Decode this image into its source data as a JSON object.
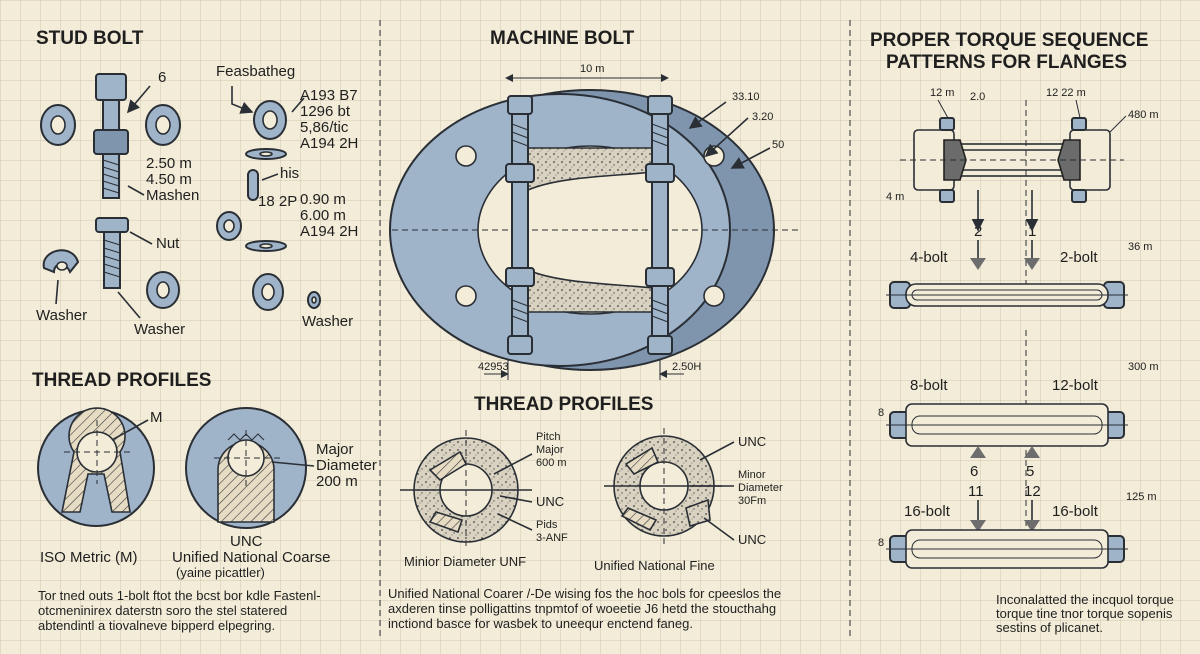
{
  "stud_bolt": {
    "title": "STUD BOLT",
    "labels": {
      "num": "6",
      "feature": "Feasbatheg",
      "spec1": "A193 B7",
      "spec2": "1296 bt",
      "spec3": "5,86/tic",
      "spec4": "A194 2H",
      "dim1": "2.50 m",
      "dim2": "4.50 m",
      "mashen": "Mashen",
      "his": "his",
      "dim3": "18 2P",
      "dim4": "0.90 m",
      "dim5": "6.00 m",
      "spec5": "A194 2H",
      "nut": "Nut",
      "washer_left": "Washer",
      "washer_mid": "Washer",
      "washer_right": "Washer"
    }
  },
  "machine_bolt": {
    "title": "MACHINE BOLT",
    "dims": {
      "top": "10 m",
      "r1": "33.10",
      "r2": "3.20",
      "r3": "50",
      "bottom_left": "42953",
      "bottom_right": "2.50H"
    }
  },
  "thread_left": {
    "title": "THREAD PROFILES",
    "m_label": "M",
    "major1": "Major",
    "major2": "Diameter",
    "major3": "200 m",
    "unc": "UNC",
    "iso": "ISO Metric (M)",
    "unified": "Unified National Coarse",
    "unified_sub": "(yaine picattler)",
    "note": [
      "Tor tned outs 1-bolt ftot the bcst bor kdle Fastenl-",
      "otcmeninirex daterstn soro the stel statered",
      "abtendintl a tiovalneve bipperd elpegring."
    ]
  },
  "thread_mid": {
    "title": "THREAD PROFILES",
    "pitch1": "Pitch",
    "pitch2": "Major",
    "pitch3": "600 m",
    "unc": "UNC",
    "pids1": "Pids",
    "pids2": "3-ANF",
    "minor_unf": "Minior Diameter UNF",
    "unc2": "UNC",
    "minor1": "Minor",
    "minor2": "Diameter",
    "minor3": "30Fm",
    "unc3": "UNC",
    "fine": "Unified National Fine",
    "note": [
      "Unified National Coarer /-De wising fos the hoc bols for cpeeslos the",
      "axderen tinse polligattins tnpmtof of woeetie J6 hetd the stoucthahg",
      "inctiond basce for wasbek to uneequr enctend faneg."
    ]
  },
  "torque": {
    "title1": "PROPER TORQUE SEQUENCE",
    "title2": "PATTERNS FOR FLANGES",
    "dims": {
      "a": "12 m",
      "b": "2.0",
      "c": "12 22 m",
      "d": "480 m",
      "e": "4 m",
      "f": "36 m",
      "g": "300 m",
      "h": "125 m"
    },
    "seq": {
      "s1": "2",
      "s2": "1",
      "b4": "4-bolt",
      "b2": "2-bolt",
      "b8": "8-bolt",
      "b12": "12-bolt",
      "s3": "6",
      "s4": "5",
      "s5": "11",
      "s6": "12",
      "b16a": "16-bolt",
      "b16b": "16-bolt",
      "side1": "8",
      "side2": "8"
    },
    "note": [
      "Inconalatted the incquol torque",
      "torque tine tnor torque sopenis",
      "sestins of plicanet."
    ]
  }
}
